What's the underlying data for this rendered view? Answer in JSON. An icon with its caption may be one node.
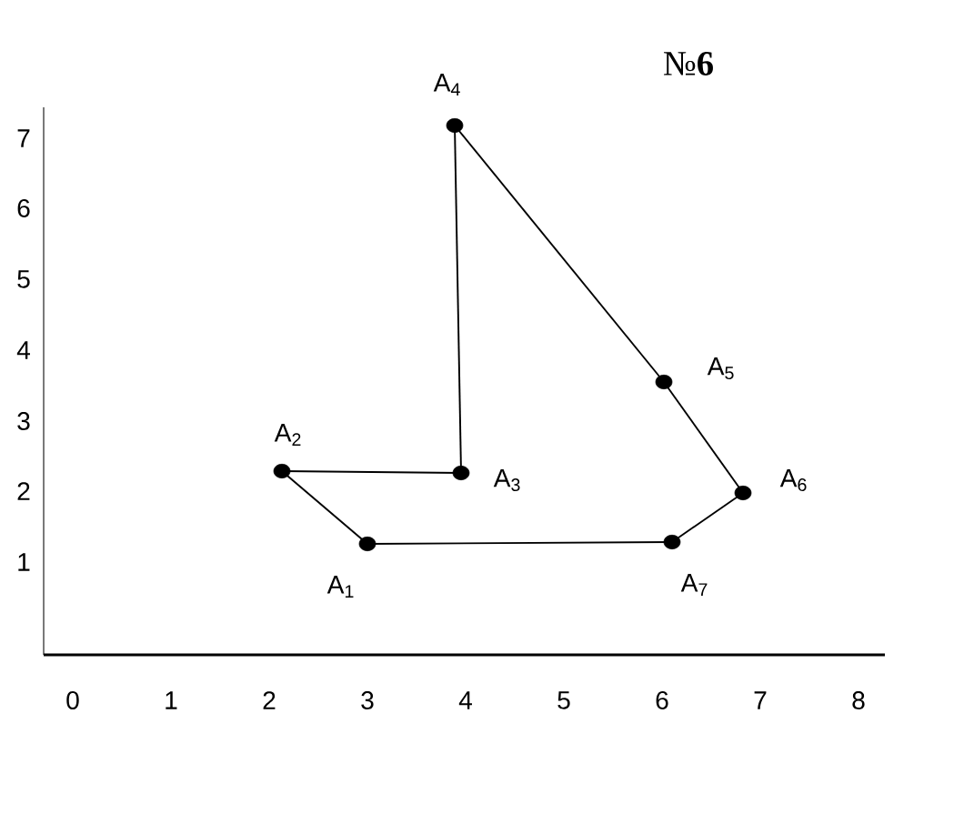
{
  "diagram": {
    "title": "№**6**",
    "nodes": [
      {
        "text": [],
        "shape": "circle",
        "beside": [
          "A$_{1}$"
        ]
      },
      {
        "text": [],
        "shape": "circle",
        "beside": [
          "A$_{2}$"
        ]
      },
      {
        "text": [],
        "shape": "circle",
        "beside": [
          "A$_{3}$"
        ]
      },
      {
        "text": [],
        "shape": "circle",
        "beside": [
          "A$_{4}$"
        ]
      },
      {
        "text": [],
        "shape": "circle",
        "beside": [
          "A$_{5}$"
        ]
      },
      {
        "text": [],
        "shape": "circle",
        "beside": [
          "A$_{6}$"
        ]
      },
      {
        "text": [],
        "shape": "circle",
        "beside": [
          "A$_{7}$"
        ]
      }
    ],
    "edges": [
      {
        "from": 0,
        "to": 1,
        "arrow": "none"
      },
      {
        "from": 1,
        "to": 2,
        "arrow": "none"
      },
      {
        "from": 2,
        "to": 3,
        "arrow": "none"
      },
      {
        "from": 3,
        "to": 4,
        "arrow": "none"
      },
      {
        "from": 4,
        "to": 5,
        "arrow": "none"
      },
      {
        "from": 5,
        "to": 6,
        "arrow": "none"
      },
      {
        "from": 6,
        "to": 0,
        "arrow": "none"
      }
    ],
    "labels": [
      "7",
      "6",
      "5",
      "4",
      "3",
      "2",
      "1",
      "0",
      "1",
      "2",
      "3",
      "4",
      "5",
      "6",
      "7",
      "8"
    ]
  }
}
